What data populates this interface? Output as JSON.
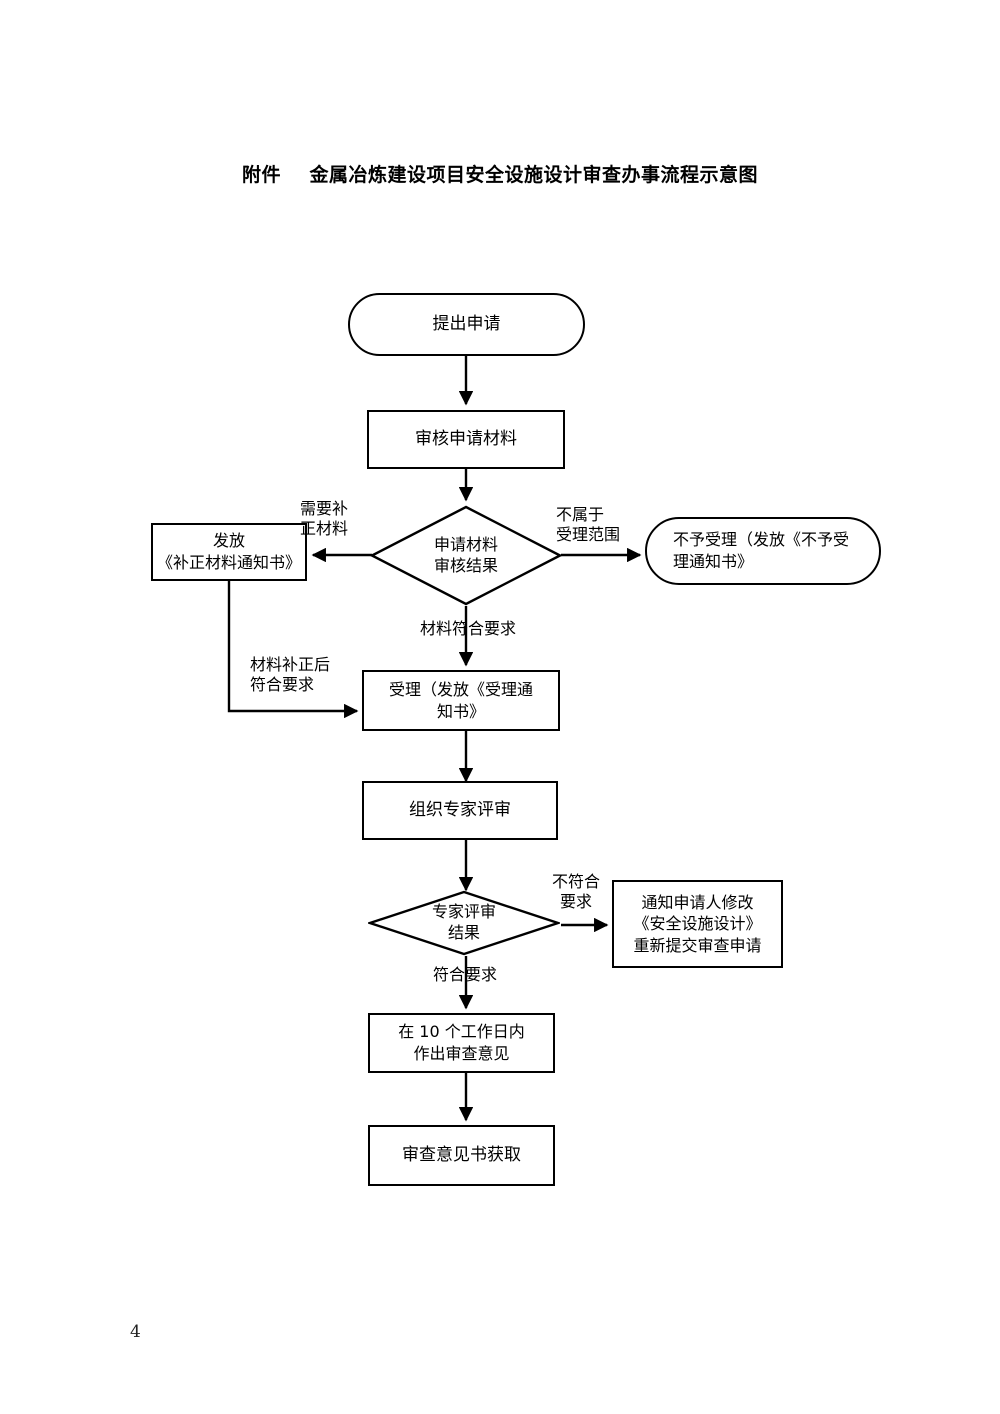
{
  "document": {
    "title": "附件    金属冶炼建设项目安全设施设计审查办事流程示意图",
    "page_number": "4"
  },
  "chart_data": {
    "type": "diagram",
    "diagram_type": "flowchart",
    "title": "附件    金属冶炼建设项目安全设施设计审查办事流程示意图",
    "orientation": "top-to-bottom",
    "nodes": [
      {
        "id": "n1",
        "shape": "stadium",
        "label": "提出申请"
      },
      {
        "id": "n2",
        "shape": "rect",
        "label": "审核申请材料"
      },
      {
        "id": "d1",
        "shape": "diamond",
        "label": "申请材料\n审核结果"
      },
      {
        "id": "n3",
        "shape": "rect",
        "label": "发放\n《补正材料通知书》"
      },
      {
        "id": "n4",
        "shape": "stadium",
        "label": "不予受理（发放《不予受\n理通知书》"
      },
      {
        "id": "n5",
        "shape": "rect",
        "label": "受理（发放《受理通\n知书》"
      },
      {
        "id": "n6",
        "shape": "rect",
        "label": "组织专家评审"
      },
      {
        "id": "d2",
        "shape": "diamond",
        "label": "专家评审\n结果"
      },
      {
        "id": "n7",
        "shape": "rect",
        "label": "通知申请人修改\n《安全设施设计》\n重新提交审查申请"
      },
      {
        "id": "n8",
        "shape": "rect",
        "label": "在 10 个工作日内\n作出审查意见"
      },
      {
        "id": "n9",
        "shape": "rect",
        "label": "审查意见书获取"
      }
    ],
    "edges": [
      {
        "from": "n1",
        "to": "n2",
        "label": ""
      },
      {
        "from": "n2",
        "to": "d1",
        "label": ""
      },
      {
        "from": "d1",
        "to": "n3",
        "label": "需要补\n正材料"
      },
      {
        "from": "d1",
        "to": "n4",
        "label": "不属于\n受理范围"
      },
      {
        "from": "d1",
        "to": "n5",
        "label": "材料符合要求"
      },
      {
        "from": "n3",
        "to": "n5",
        "label": "材料补正后\n符合要求"
      },
      {
        "from": "n5",
        "to": "n6",
        "label": ""
      },
      {
        "from": "n6",
        "to": "d2",
        "label": ""
      },
      {
        "from": "d2",
        "to": "n7",
        "label": "不符合\n要求"
      },
      {
        "from": "d2",
        "to": "n8",
        "label": "符合要求"
      },
      {
        "from": "n8",
        "to": "n9",
        "label": ""
      }
    ],
    "colors": {
      "stroke": "#000000",
      "fill": "#ffffff",
      "text": "#000000",
      "background": "#ffffff"
    }
  },
  "labels": {
    "need_supplement": "需要补\n正材料",
    "out_of_scope": "不属于\n受理范围",
    "material_qualified": "材料符合要求",
    "after_supplement_qualified": "材料补正后\n符合要求",
    "not_qualified": "不符合\n要求",
    "qualified": "符合要求"
  }
}
